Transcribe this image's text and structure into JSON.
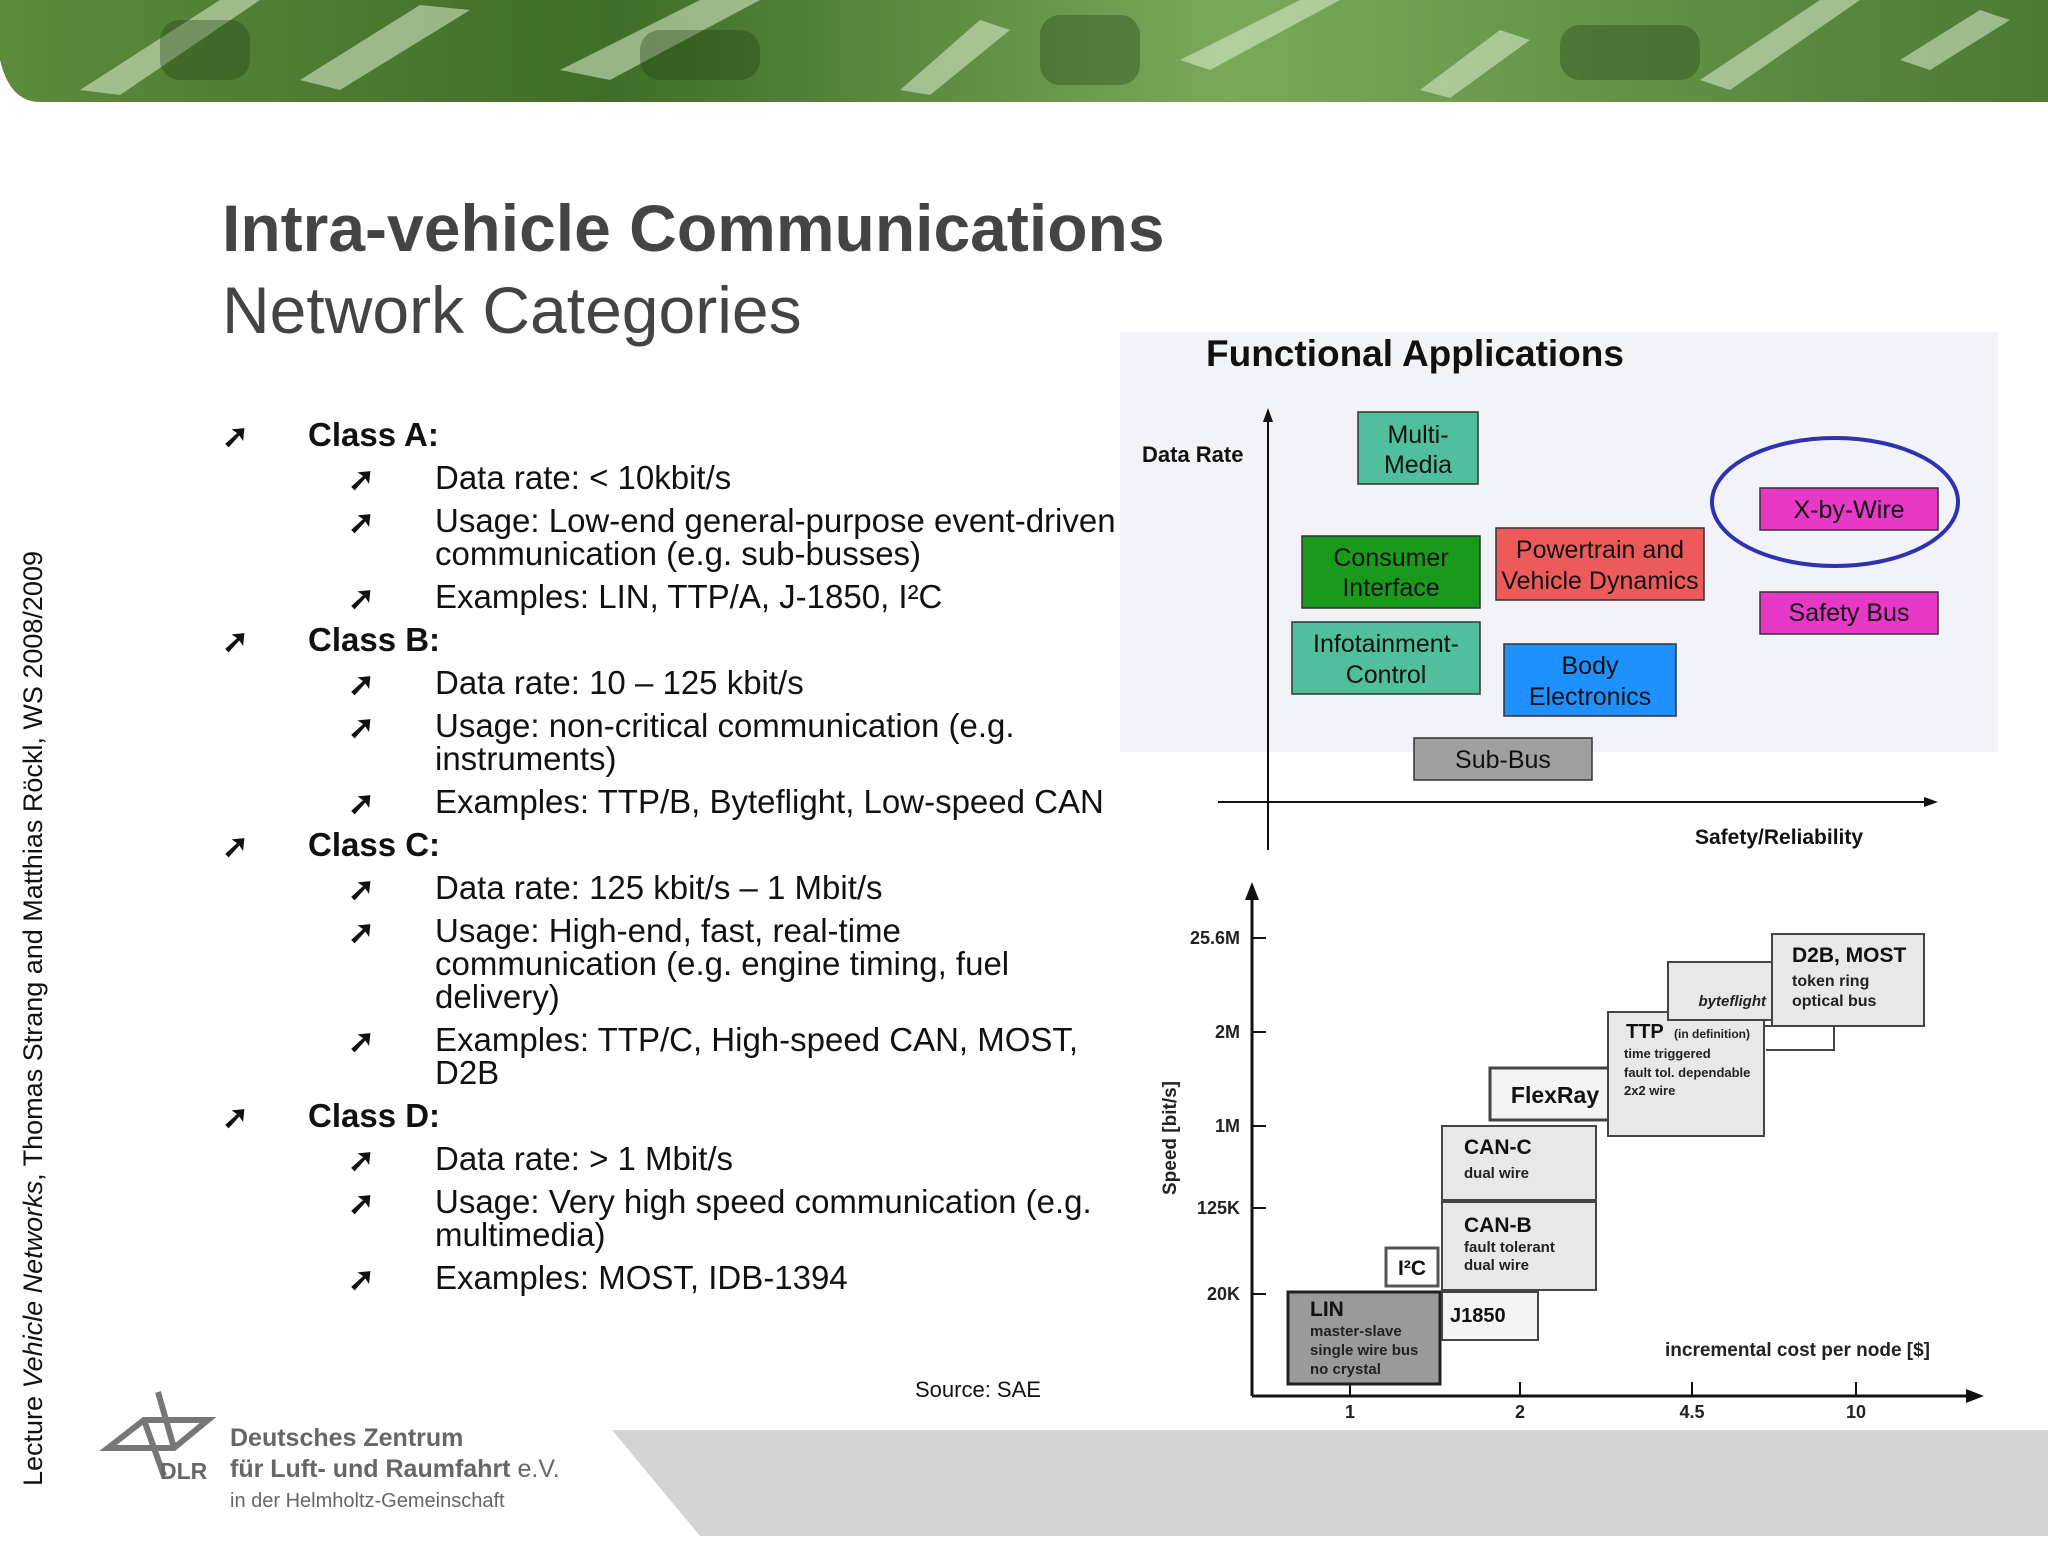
{
  "slide": {
    "title": "Intra-vehicle Communications",
    "subtitle": "Network Categories",
    "side_text": {
      "prefix": "Lecture ",
      "italic": "Vehicle Networks",
      "suffix": ", Thomas Strang and Matthias Röckl, WS 2008/2009"
    },
    "source": "Source: SAE"
  },
  "bullets": [
    {
      "level": 1,
      "text": "Class A:"
    },
    {
      "level": 2,
      "text": "Data rate: < 10kbit/s"
    },
    {
      "level": 2,
      "text": "Usage: Low-end general-purpose event-driven communication (e.g. sub-busses)"
    },
    {
      "level": 2,
      "text": "Examples: LIN, TTP/A, J-1850, I²C"
    },
    {
      "level": 1,
      "text": "Class B:"
    },
    {
      "level": 2,
      "text": "Data rate: 10 – 125 kbit/s"
    },
    {
      "level": 2,
      "text": "Usage: non-critical communication (e.g. instruments)"
    },
    {
      "level": 2,
      "text": "Examples: TTP/B, Byteflight, Low-speed CAN"
    },
    {
      "level": 1,
      "text": "Class C:"
    },
    {
      "level": 2,
      "text": "Data rate: 125 kbit/s – 1 Mbit/s"
    },
    {
      "level": 2,
      "text": "Usage: High-end, fast, real-time communication (e.g. engine timing, fuel delivery)"
    },
    {
      "level": 2,
      "text": "Examples: TTP/C, High-speed CAN, MOST, D2B"
    },
    {
      "level": 1,
      "text": "Class D:"
    },
    {
      "level": 2,
      "text": "Data rate: > 1 Mbit/s"
    },
    {
      "level": 2,
      "text": "Usage: Very high speed communication (e.g. multimedia)"
    },
    {
      "level": 2,
      "text": "Examples: MOST, IDB-1394"
    }
  ],
  "functional": {
    "title": "Functional Applications",
    "y_label": "Data Rate",
    "x_label": "Safety/Reliability",
    "boxes": {
      "multimedia": [
        "Multi-",
        "Media"
      ],
      "consumer": [
        "Consumer",
        "Interface"
      ],
      "powertrain": [
        "Powertrain and",
        "Vehicle Dynamics"
      ],
      "xbywire": [
        "X-by-Wire"
      ],
      "infotainment": [
        "Infotainment-",
        "Control"
      ],
      "body": [
        "Body",
        "Electronics"
      ],
      "safety": [
        "Safety Bus"
      ],
      "subbus": [
        "Sub-Bus"
      ]
    },
    "colors": {
      "teal": "#4fbfa0",
      "green": "#1a9a1a",
      "red": "#ee5a5a",
      "magenta": "#e838c8",
      "blue": "#1e90ff",
      "gray": "#a0a0a0",
      "ellipse": "#3030b0"
    }
  },
  "speed": {
    "y_label": "Speed [bit/s]",
    "x_label": "incremental cost per node [$]",
    "y_ticks": [
      "25.6M",
      "2M",
      "1M",
      "125K",
      "20K"
    ],
    "x_ticks": [
      "1",
      "2",
      "4.5",
      "10"
    ],
    "boxes": {
      "lin": [
        "LIN",
        "master-slave",
        "single wire bus",
        "no crystal"
      ],
      "i2c": "I²C",
      "j1850": "J1850",
      "canb": [
        "CAN-B",
        "fault tolerant",
        "dual wire"
      ],
      "canc": [
        "CAN-C",
        "dual wire"
      ],
      "flexray": "FlexRay",
      "ttp": [
        "TTP",
        "(in definition)",
        "time triggered",
        "fault tol. dependable",
        "2x2 wire"
      ],
      "byteflight": "byteflight",
      "d2b": [
        "D2B, MOST",
        "token ring",
        "optical bus"
      ]
    }
  },
  "logo": {
    "abbr": "DLR",
    "line1": "Deutsches Zentrum",
    "line2": "für Luft- und Raumfahrt",
    "line2_suffix": "e.V.",
    "line3": "in der Helmholtz-Gemeinschaft"
  }
}
